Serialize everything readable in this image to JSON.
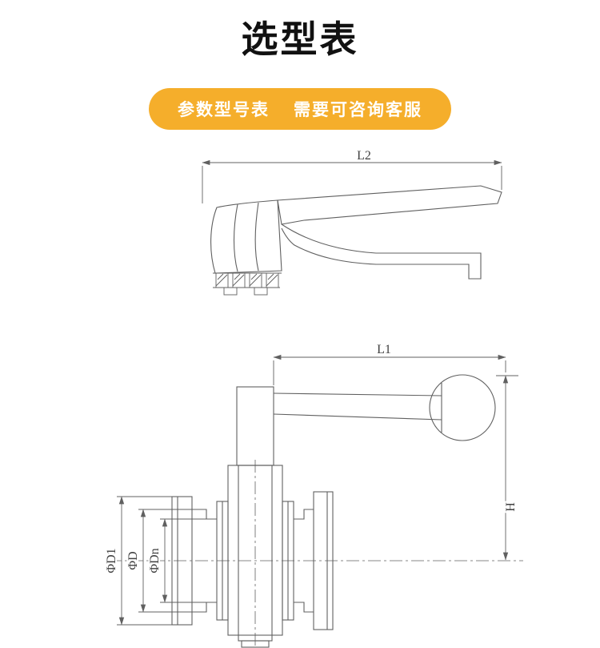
{
  "page": {
    "title": "选型表"
  },
  "badge": {
    "label_left": "参数型号表",
    "label_right": "需要可咨询客服",
    "bg_color": "#F5AE2B",
    "text_color": "#FFFFFF"
  },
  "drawing": {
    "line_color": "#606060",
    "text_color": "#404040",
    "dimensions": {
      "l2": "L2",
      "l1": "L1",
      "h": "H",
      "phi_d1": "ΦD1",
      "phi_d": "ΦD",
      "phi_dn": "ΦDn"
    }
  }
}
